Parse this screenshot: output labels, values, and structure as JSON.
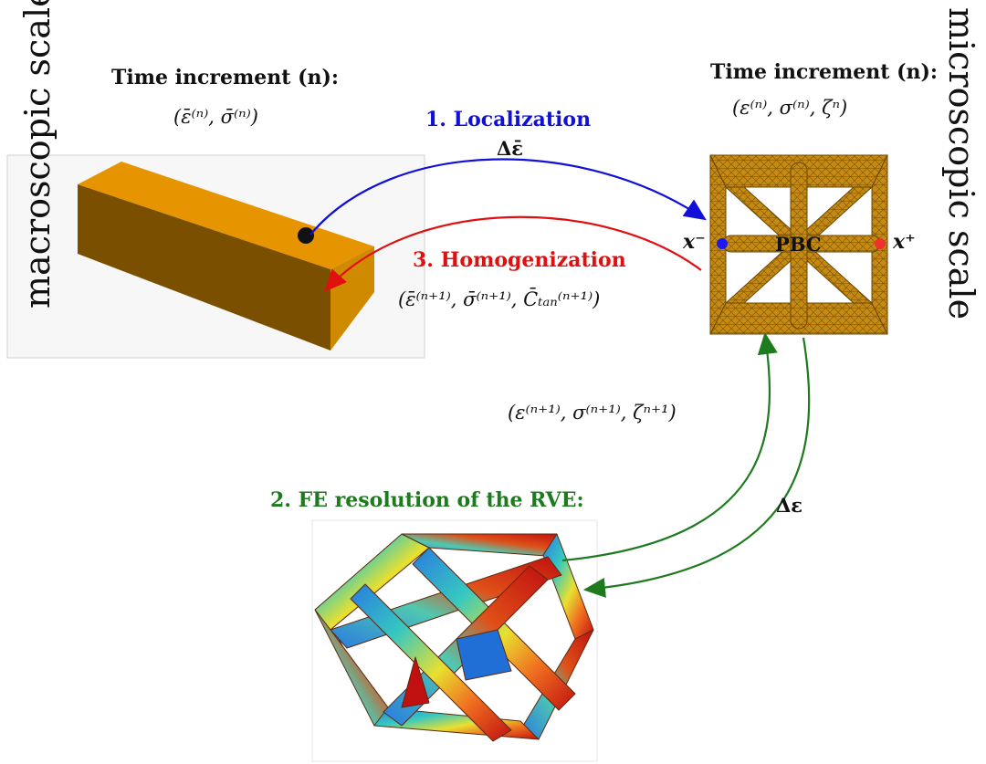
{
  "labels": {
    "macro_side": "macroscopic scale",
    "micro_side": "microscopic scale",
    "macro_time_header": "Time increment (n):",
    "macro_state": "(ε̄⁽ⁿ⁾, σ̄⁽ⁿ⁾)",
    "micro_time_header": "Time increment (n):",
    "micro_state": "(ε⁽ⁿ⁾, σ⁽ⁿ⁾, ζⁿ)",
    "localization_title": "1. Localization",
    "localization_symbol": "Δε̄",
    "homogenization_title": "3. Homogenization",
    "homogenization_state": "(ε̄⁽ⁿ⁺¹⁾, σ̄⁽ⁿ⁺¹⁾, C̄ₜₐₙ⁽ⁿ⁺¹⁾)",
    "next_micro_state": "(ε⁽ⁿ⁺¹⁾, σ⁽ⁿ⁺¹⁾, ζⁿ⁺¹)",
    "fe_title": "2. FE resolution of the RVE:",
    "delta_eps": "Δε",
    "pbc": "PBC",
    "x_minus": "x⁻",
    "x_plus": "x⁺"
  },
  "colors": {
    "localization": "#1010d8",
    "homogenization": "#e01010",
    "fe": "#1e7a1e",
    "beam_top": "#e69500",
    "beam_side": "#7a5000",
    "lattice": "#b8860b"
  }
}
